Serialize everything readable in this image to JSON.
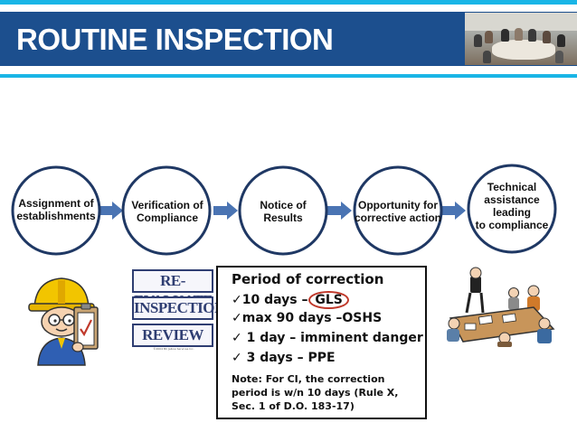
{
  "header": {
    "title": "ROUTINE INSPECTION",
    "accent_color": "#19b5e6",
    "bar_color": "#1c4f8e"
  },
  "flow": {
    "steps": [
      {
        "label_lines": [
          "Assignment of",
          "establishments"
        ]
      },
      {
        "label_lines": [
          "Verification of",
          "Compliance"
        ]
      },
      {
        "label_lines": [
          "Notice of",
          "Results"
        ]
      },
      {
        "label_lines": [
          "Opportunity  for",
          "corrective action"
        ]
      },
      {
        "label_lines": [
          "Technical",
          "assistance leading",
          "to compliance"
        ]
      }
    ],
    "node_border_color": "#1f3864",
    "arrow_color": "#4a74b3"
  },
  "review_stamp": {
    "lines": [
      "RE-EVALUATE",
      "INSPECTION",
      "REVIEW"
    ],
    "caption": "©2004 BC Jallow Services Inc."
  },
  "correction_box": {
    "heading": "Period of correction",
    "items": [
      {
        "text": "10 days –",
        "highlight": "GLS"
      },
      {
        "text": "max 90 days –OSHS"
      },
      {
        "text": " 1 day – imminent danger"
      },
      {
        "text": " 3 days – PPE"
      }
    ],
    "check_glyph": "✓",
    "note": "Note: For CI, the correction period is w/n 10 days (Rule X, Sec. 1 of D.O. 183-17)",
    "highlight_color": "#c0392b"
  },
  "icons": {
    "worker": "construction-worker-clipboard-icon",
    "meeting": "meeting-table-icon",
    "photo": "meeting-photo"
  }
}
